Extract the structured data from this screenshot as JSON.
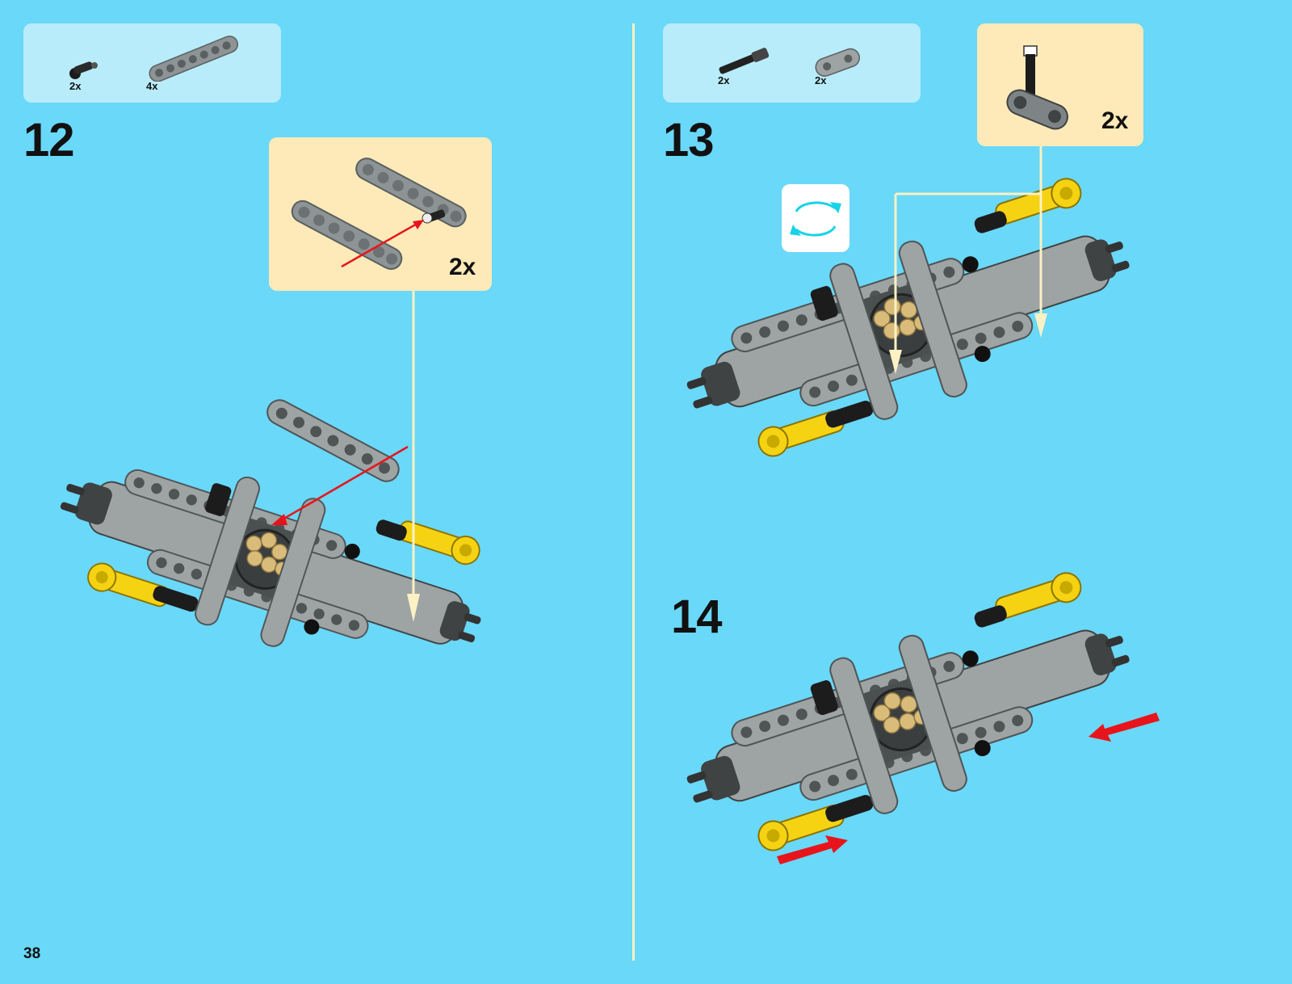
{
  "page": {
    "number": "38"
  },
  "steps": [
    {
      "number": "12",
      "parts": [
        {
          "qty": "2x",
          "icon": "black-pin-icon"
        },
        {
          "qty": "4x",
          "icon": "gray-beam-7-icon"
        }
      ],
      "callout": {
        "qty": "2x"
      }
    },
    {
      "number": "13",
      "parts": [
        {
          "qty": "2x",
          "icon": "black-axle-pin-icon"
        },
        {
          "qty": "2x",
          "icon": "gray-connector-icon"
        }
      ],
      "callout": {
        "qty": "2x"
      },
      "rotate_icon": "rotate-model-icon"
    },
    {
      "number": "14",
      "parts": []
    }
  ],
  "colors": {
    "background": "#6ad8f8",
    "parts_box": "#b8ecfa",
    "callout": "#feeab8",
    "arrow_red": "#e8141c",
    "lego_gray": "#9ea3a4",
    "lego_yellow": "#f5d313",
    "lego_black": "#1c1c1c",
    "lego_tan": "#d9bc7a"
  }
}
